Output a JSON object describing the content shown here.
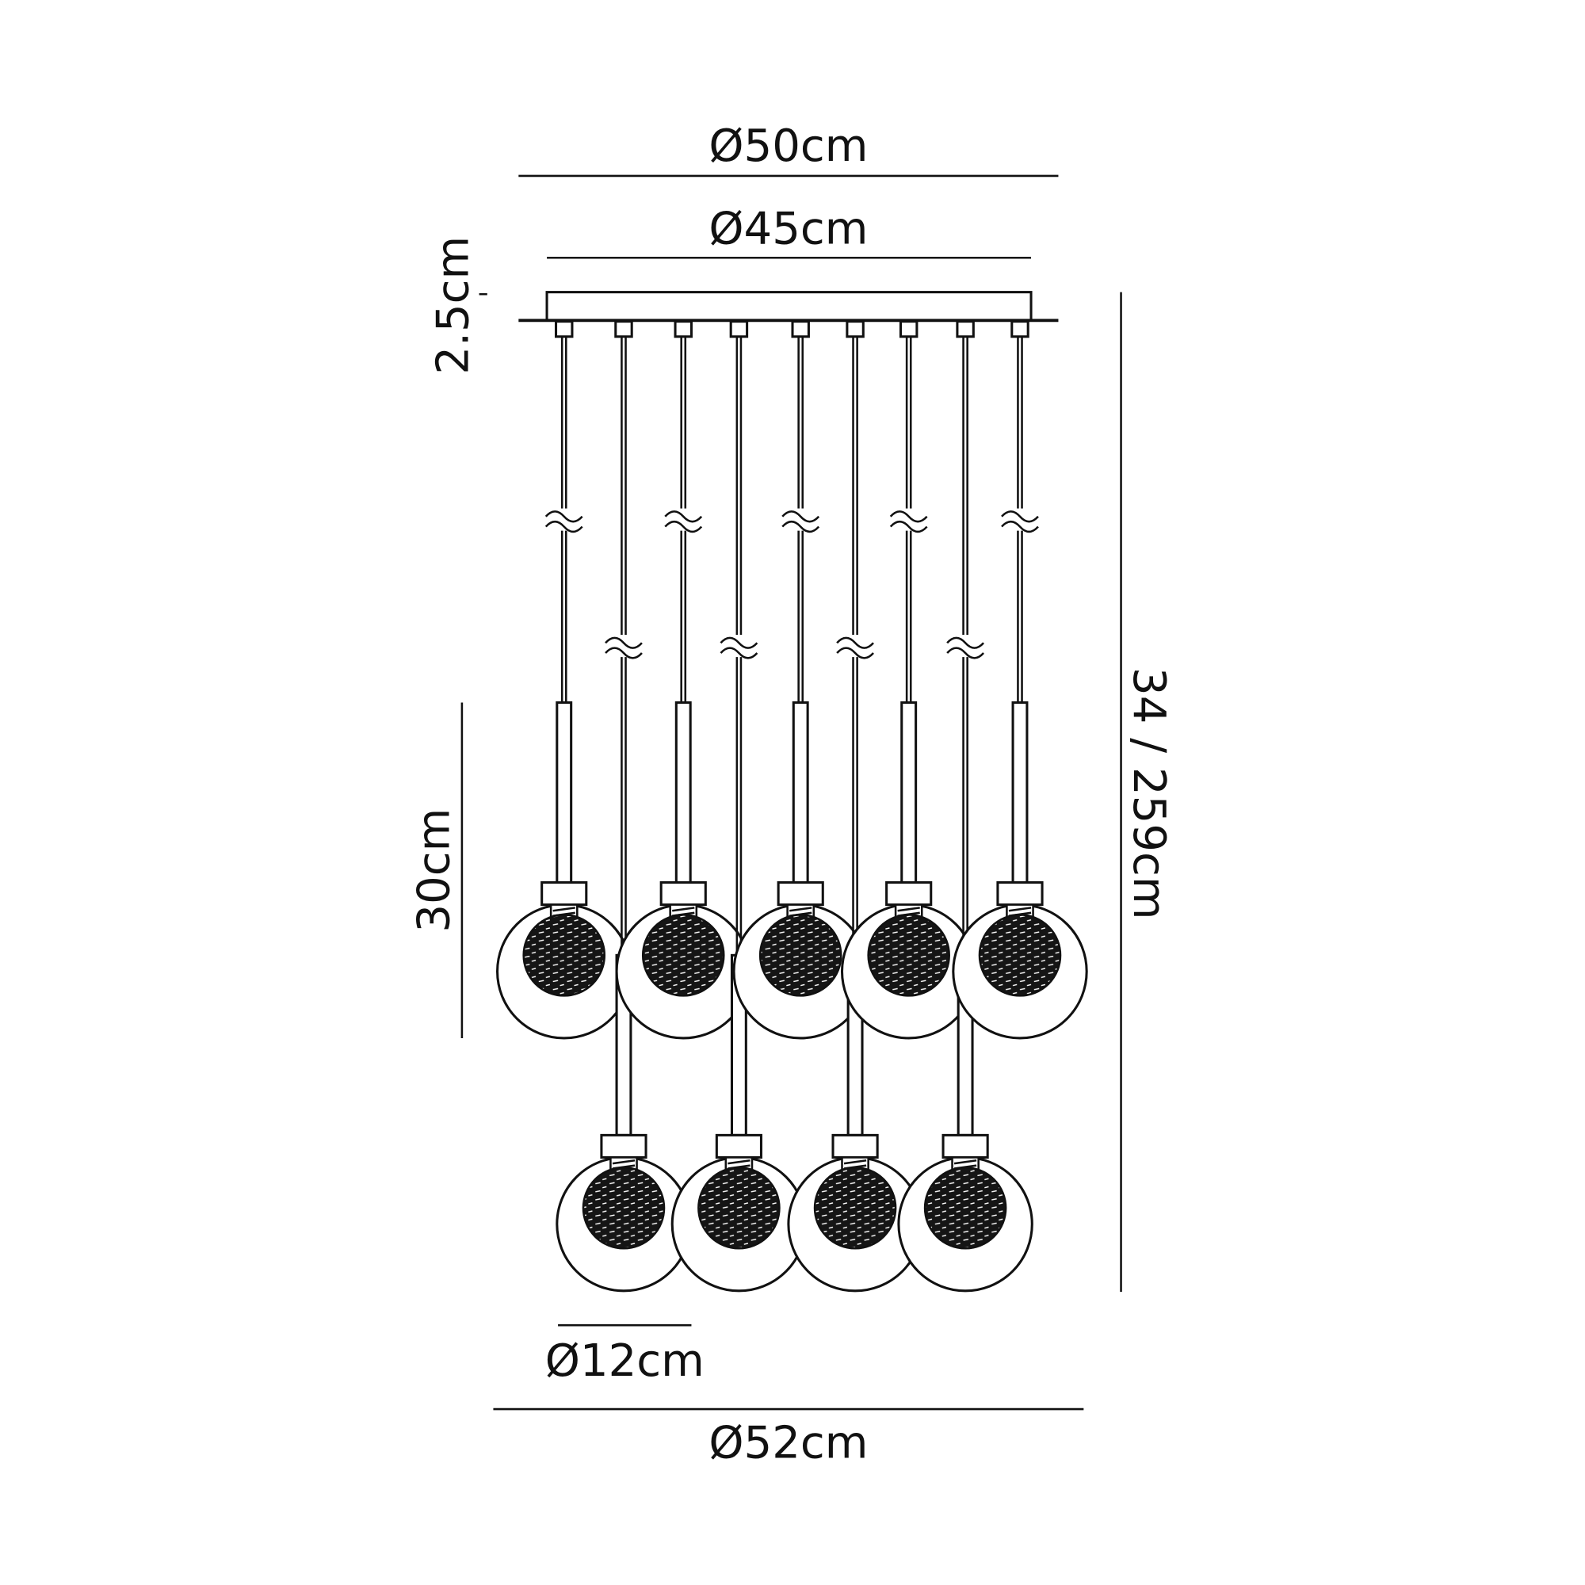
{
  "dimensions": {
    "canopy_outer_width": "Ø50cm",
    "canopy_width": "Ø45cm",
    "canopy_height": "2.5cm",
    "lamp_drop": "30cm",
    "overall_height": "34 / 259cm",
    "globe_diameter": "Ø12cm",
    "overall_width": "Ø52cm"
  },
  "lamp_count": 9,
  "colors": {
    "line": "#111111",
    "background": "#ffffff"
  }
}
